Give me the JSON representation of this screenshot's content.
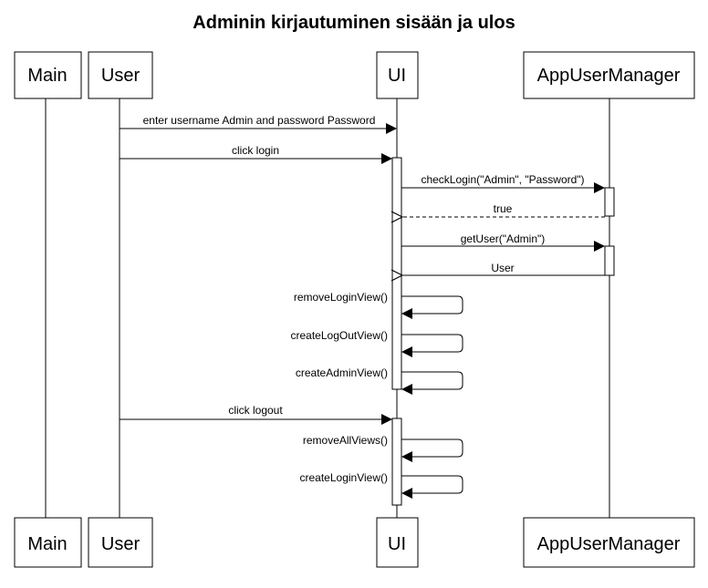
{
  "title": "Adminin kirjautuminen sisään ja ulos",
  "participants": [
    {
      "id": "main",
      "label": "Main"
    },
    {
      "id": "user",
      "label": "User"
    },
    {
      "id": "ui",
      "label": "UI"
    },
    {
      "id": "manager",
      "label": "AppUserManager"
    }
  ],
  "messages": [
    {
      "id": "m1",
      "label": "enter username Admin and password Password",
      "from": "user",
      "to": "ui",
      "style": "solid"
    },
    {
      "id": "m2",
      "label": "click login",
      "from": "user",
      "to": "ui",
      "style": "solid"
    },
    {
      "id": "m3",
      "label": "checkLogin(\"Admin\", \"Password\")",
      "from": "ui",
      "to": "manager",
      "style": "solid"
    },
    {
      "id": "m4",
      "label": "true",
      "from": "manager",
      "to": "ui",
      "style": "dashed"
    },
    {
      "id": "m5",
      "label": "getUser(\"Admin\")",
      "from": "ui",
      "to": "manager",
      "style": "solid"
    },
    {
      "id": "m6",
      "label": "User",
      "from": "manager",
      "to": "ui",
      "style": "solid"
    },
    {
      "id": "m7",
      "label": "removeLoginView()",
      "from": "ui",
      "to": "ui",
      "style": "self"
    },
    {
      "id": "m8",
      "label": "createLogOutView()",
      "from": "ui",
      "to": "ui",
      "style": "self"
    },
    {
      "id": "m9",
      "label": "createAdminView()",
      "from": "ui",
      "to": "ui",
      "style": "self"
    },
    {
      "id": "m10",
      "label": "click logout",
      "from": "user",
      "to": "ui",
      "style": "solid"
    },
    {
      "id": "m11",
      "label": "removeAllViews()",
      "from": "ui",
      "to": "ui",
      "style": "self"
    },
    {
      "id": "m12",
      "label": "createLoginView()",
      "from": "ui",
      "to": "ui",
      "style": "self"
    }
  ]
}
